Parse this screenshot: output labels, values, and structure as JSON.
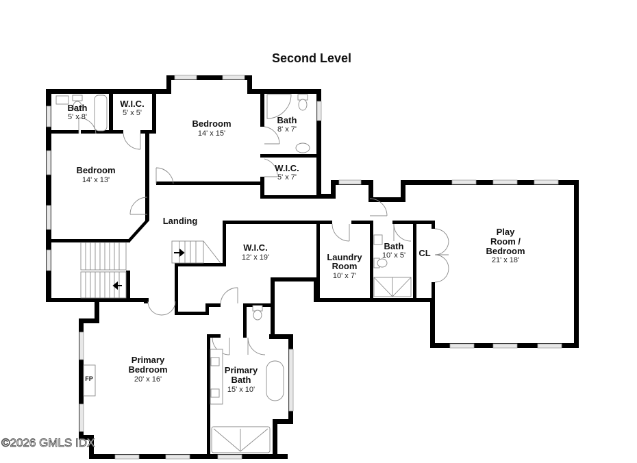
{
  "title": "Second Level",
  "watermark": "©2026 GMLS IDX",
  "rooms": [
    {
      "id": "bath-nw",
      "name": "Bath",
      "dims": "5' x 8'"
    },
    {
      "id": "wic-nw",
      "name": "W.I.C.",
      "dims": "5' x 5'"
    },
    {
      "id": "bedroom-center",
      "name": "Bedroom",
      "dims": "14' x 15'"
    },
    {
      "id": "bath-ne",
      "name": "Bath",
      "dims": "8' x 7'"
    },
    {
      "id": "wic-ne",
      "name": "W.I.C.",
      "dims": "5' x 7'"
    },
    {
      "id": "bedroom-west",
      "name": "Bedroom",
      "dims": "14' x 13'"
    },
    {
      "id": "landing",
      "name": "Landing",
      "dims": ""
    },
    {
      "id": "wic-center",
      "name": "W.I.C.",
      "dims": "12' x 19'"
    },
    {
      "id": "laundry",
      "name_line1": "Laundry",
      "name_line2": "Room",
      "dims": "10' x 7'"
    },
    {
      "id": "bath-east",
      "name": "Bath",
      "dims": "10' x 5'"
    },
    {
      "id": "closet",
      "name": "CL"
    },
    {
      "id": "play-room",
      "name_line1": "Play",
      "name_line2": "Room /",
      "name_line3": "Bedroom",
      "dims": "21' x 18'"
    },
    {
      "id": "primary-bedroom",
      "name_line1": "Primary",
      "name_line2": "Bedroom",
      "dims": "20' x 16'"
    },
    {
      "id": "primary-bath",
      "name_line1": "Primary",
      "name_line2": "Bath",
      "dims": "15' x 10'"
    }
  ],
  "fixtures": {
    "fireplace": "FP"
  },
  "colors": {
    "wall": "#000000",
    "window_fill": "#e8e8e8",
    "fixture_line": "#8a8a8a",
    "background": "#ffffff"
  }
}
